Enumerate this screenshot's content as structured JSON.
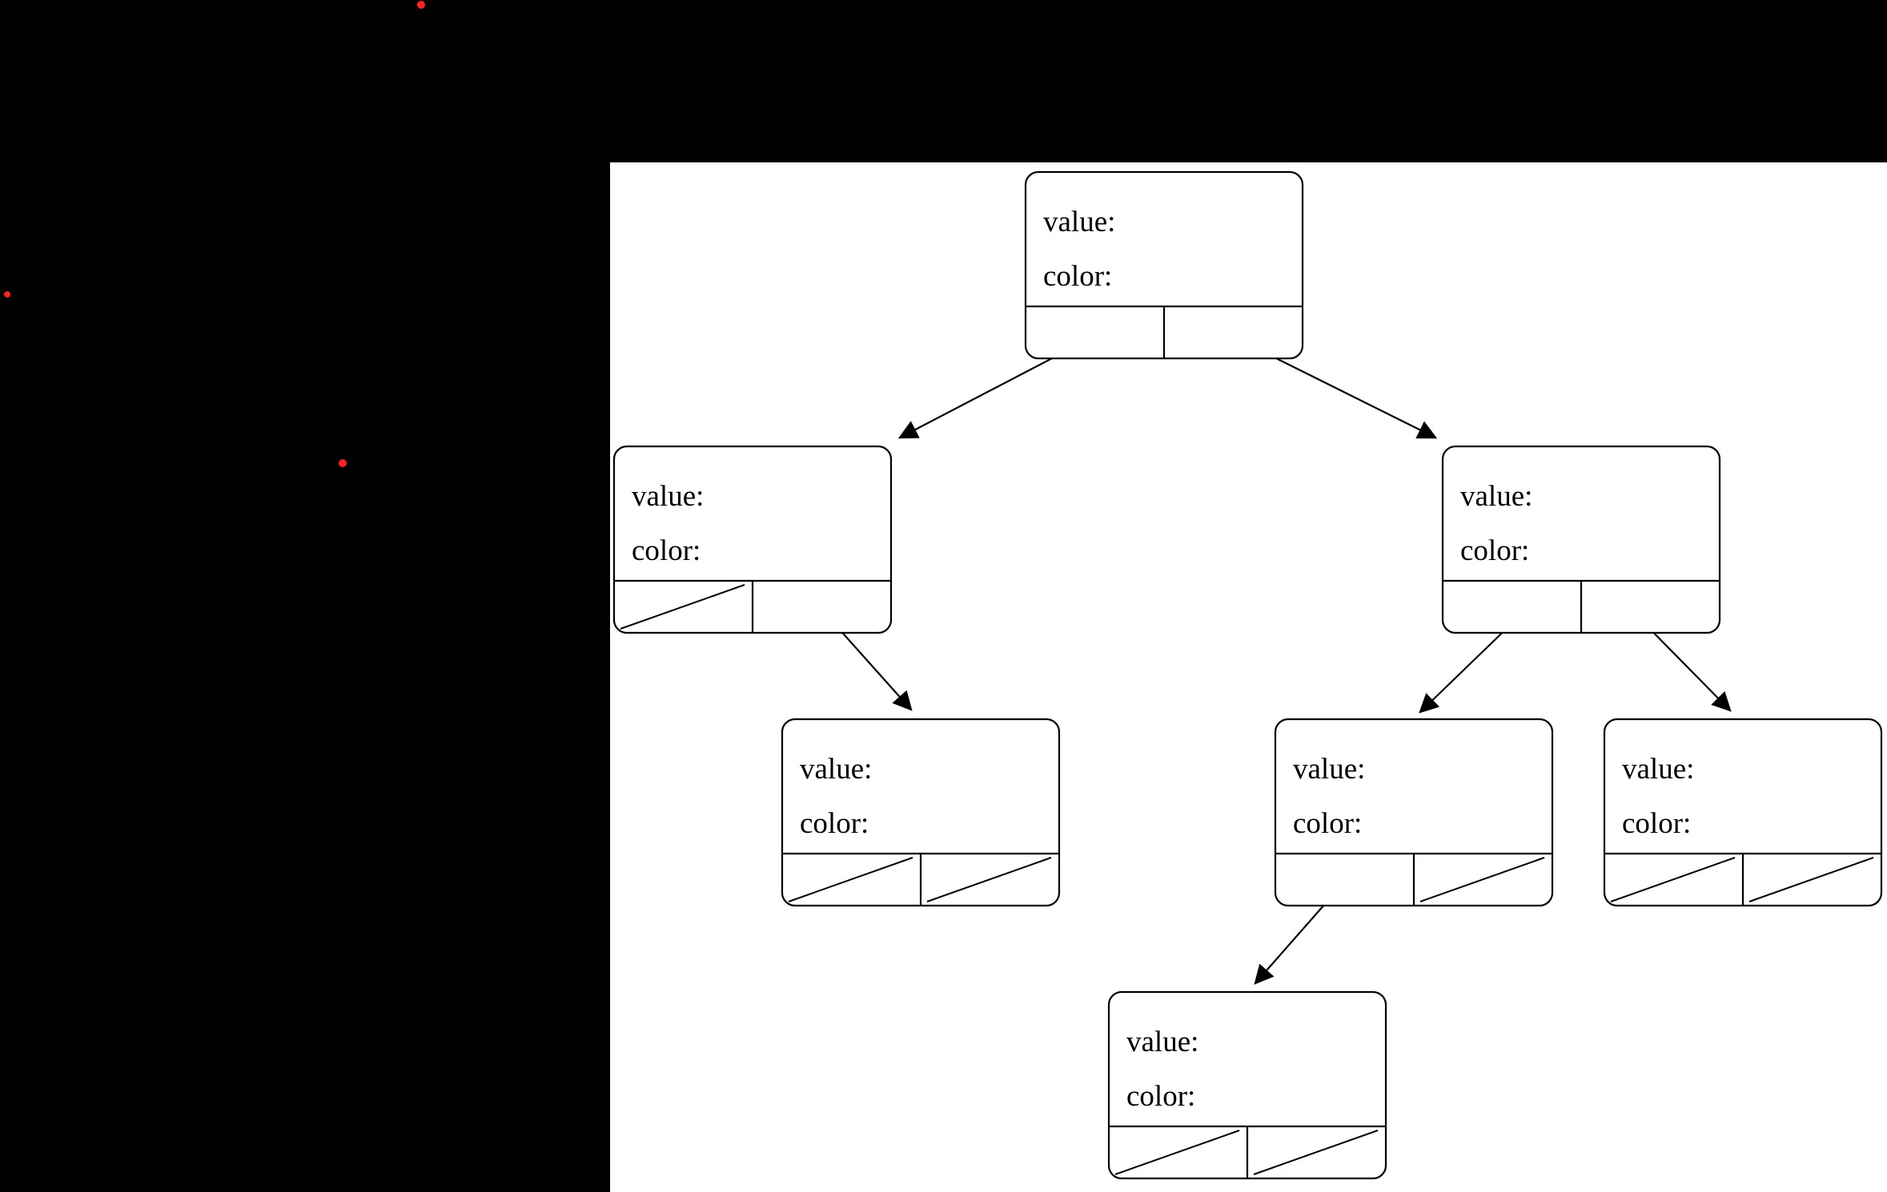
{
  "window": {
    "background": "#000000"
  },
  "panel": {
    "background": "#ffffff"
  },
  "diagram": {
    "type": "binary-tree",
    "labels": {
      "value": "value:",
      "color": "color:"
    },
    "nodes": [
      {
        "id": "root",
        "fields": {
          "value": "",
          "color": ""
        },
        "left": "left-child",
        "right": "right-child"
      },
      {
        "id": "left-child",
        "fields": {
          "value": "",
          "color": ""
        },
        "left": null,
        "right": "left-right-grandchild"
      },
      {
        "id": "right-child",
        "fields": {
          "value": "",
          "color": ""
        },
        "left": "right-left-grandchild",
        "right": "right-right-grandchild"
      },
      {
        "id": "left-right-grandchild",
        "fields": {
          "value": "",
          "color": ""
        },
        "left": null,
        "right": null
      },
      {
        "id": "right-left-grandchild",
        "fields": {
          "value": "",
          "color": ""
        },
        "left": "right-left-left-node",
        "right": null
      },
      {
        "id": "right-right-grandchild",
        "fields": {
          "value": "",
          "color": ""
        },
        "left": null,
        "right": null
      },
      {
        "id": "right-left-left-node",
        "fields": {
          "value": "",
          "color": ""
        },
        "left": null,
        "right": null
      }
    ]
  },
  "markers": {
    "dot_color": "#ff2222"
  }
}
